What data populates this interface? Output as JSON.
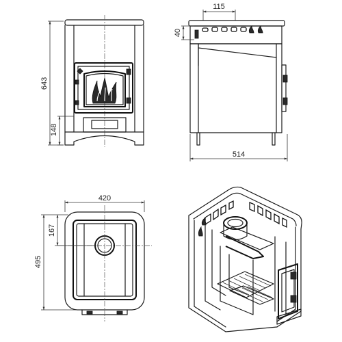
{
  "dimensions": {
    "front_height": "643",
    "front_firebox_height": "148",
    "side_top_width": "115",
    "side_top_height": "40",
    "side_depth": "514",
    "plan_width": "420",
    "plan_depth": "495",
    "plan_opening": "167"
  },
  "colors": {
    "line": "#1a1a1a",
    "fill_dark": "#2a2a2a",
    "background": "#ffffff"
  },
  "icons": {
    "door_fire": "flame-icon",
    "top_fire": "flame-icon"
  }
}
